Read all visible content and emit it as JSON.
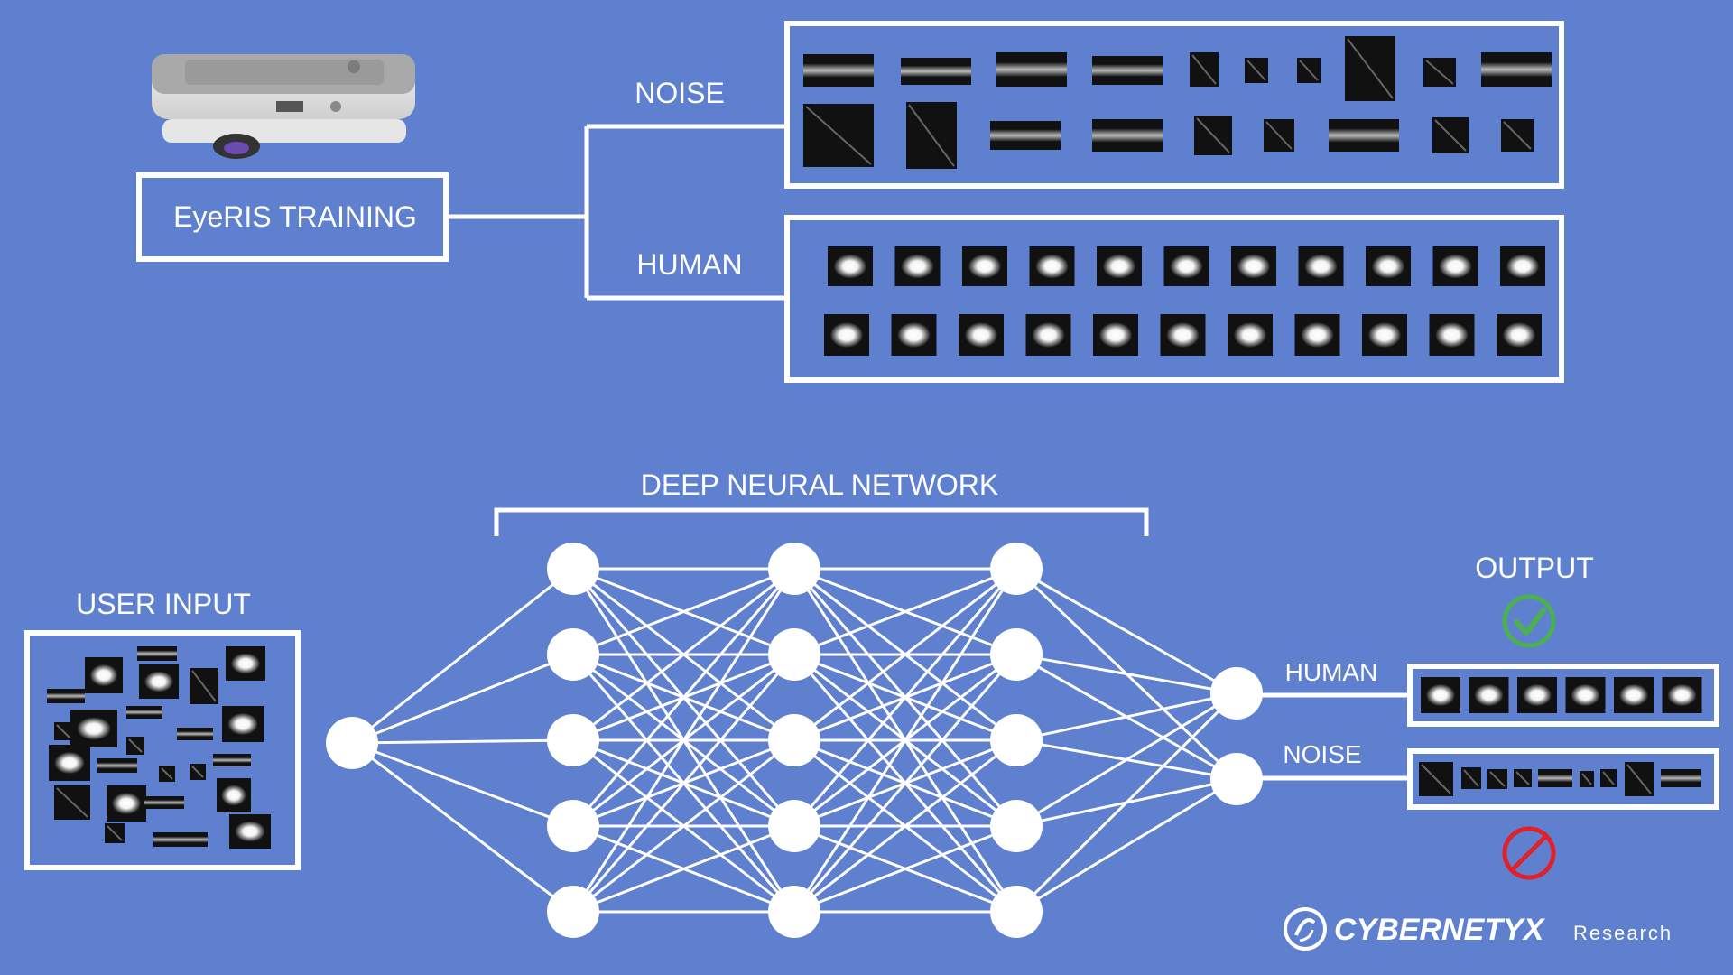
{
  "colors": {
    "background": "#5f7fcf",
    "lines": "#ffffff",
    "thumbnail_bg": "#111111",
    "check_green": "#4caf50",
    "reject_red": "#e0202a"
  },
  "training": {
    "device_label": "EyeRIS TRAINING",
    "noise_label": "NOISE",
    "human_label": "HUMAN"
  },
  "network": {
    "title": "DEEP NEURAL NETWORK",
    "input_label": "USER INPUT",
    "layer_sizes": [
      1,
      5,
      5,
      5,
      2
    ]
  },
  "output": {
    "title": "OUTPUT",
    "human_label": "HUMAN",
    "noise_label": "NOISE",
    "accept_icon": "check-circle-icon",
    "reject_icon": "prohibited-icon"
  },
  "brand": {
    "logo_icon": "cybernetyx-logo-icon",
    "name": "CYBERNETYX",
    "suffix": "Research"
  }
}
